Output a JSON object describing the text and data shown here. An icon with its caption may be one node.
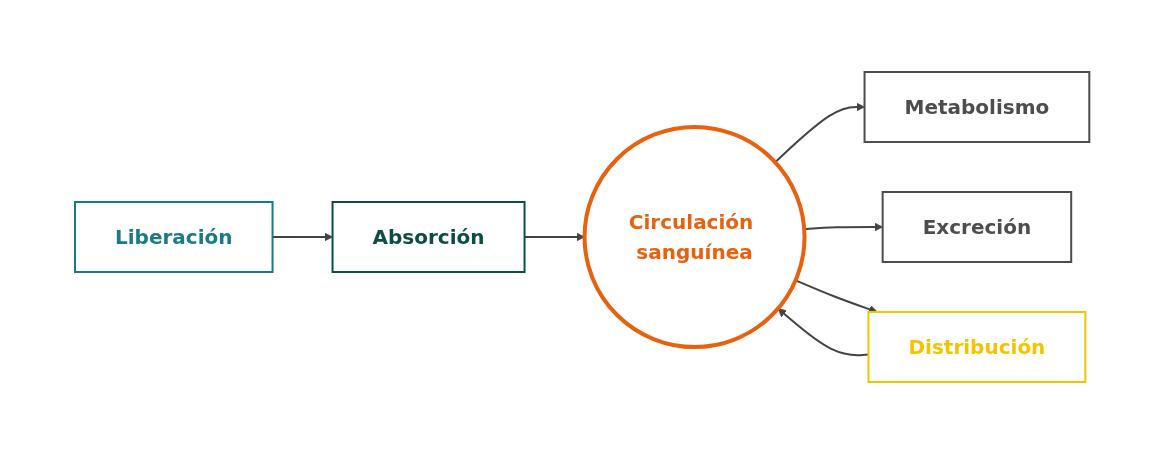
{
  "diagram": {
    "nodes": [
      {
        "text": [
          "Liberación"
        ]
      },
      {
        "text": [
          "Absorción"
        ]
      },
      {
        "text": [
          "Circulación sanguínea"
        ]
      },
      {
        "text": [
          "Metabolismo"
        ]
      },
      {
        "text": [
          "Excreción"
        ]
      },
      {
        "text": [
          "Distribución"
        ]
      }
    ],
    "edges": [
      {
        "from": 0,
        "to": 1,
        "arrow": "to"
      },
      {
        "from": 1,
        "to": 2,
        "arrow": "to"
      },
      {
        "from": 2,
        "to": 3,
        "arrow": "to"
      },
      {
        "from": 2,
        "to": 4,
        "arrow": "to"
      },
      {
        "from": 2,
        "to": 5,
        "arrow": "to"
      },
      {
        "from": 5,
        "to": 2,
        "arrow": "to"
      }
    ]
  }
}
